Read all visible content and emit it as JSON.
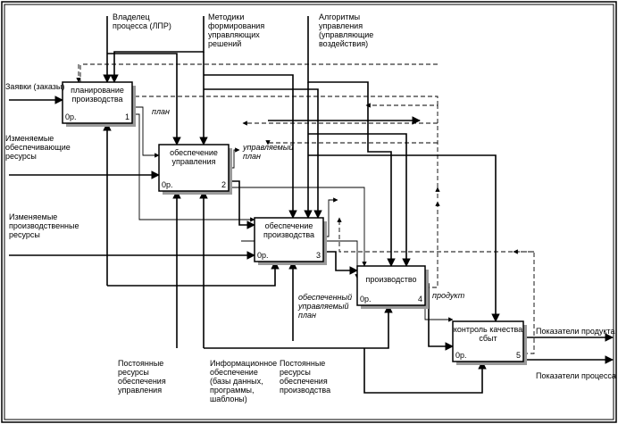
{
  "colors": {
    "line": "#000000",
    "shadow": "#808080",
    "bg": "#ffffff"
  },
  "boxes": [
    {
      "id": "b1",
      "title": [
        "планирование",
        "производства"
      ],
      "cost": "0р.",
      "num": "1"
    },
    {
      "id": "b2",
      "title": [
        "обеспечение",
        "управления"
      ],
      "cost": "0р.",
      "num": "2"
    },
    {
      "id": "b3",
      "title": [
        "обеспечение",
        "производства"
      ],
      "cost": "0р.",
      "num": "3"
    },
    {
      "id": "b4",
      "title": [
        "производство"
      ],
      "cost": "0р.",
      "num": "4"
    },
    {
      "id": "b5",
      "title": [
        "контроль качества",
        "сбыт"
      ],
      "cost": "0р.",
      "num": "5"
    }
  ],
  "labels": {
    "owner": [
      "Владелец",
      "процесса (ЛПР)"
    ],
    "methods": [
      "Методики",
      "формирования",
      "управляющих",
      "решений"
    ],
    "algorithms": [
      "Алгоритмы",
      "управления",
      "(управляющие",
      "воздействия)"
    ],
    "orders": "Заявки (заказы)",
    "support_res": [
      "Изменяемые",
      "обеспечивающие",
      "ресурсы"
    ],
    "prod_res": [
      "Изменяемые",
      "производственные",
      "ресурсы"
    ],
    "plan": "план",
    "managed_plan": [
      "управляемый",
      "план"
    ],
    "secured_plan": [
      "обеспеченный",
      "управляемый",
      "план"
    ],
    "product": "продукт",
    "perm_res_mgmt": [
      "Постоянные",
      "ресурсы",
      "обеспечения",
      "управления"
    ],
    "info": [
      "Информационное",
      "обеспечение",
      "(базы данных,",
      "программы,",
      "шаблоны)"
    ],
    "perm_res_prod": [
      "Постоянные",
      "ресурсы",
      "обеспечения",
      "производства"
    ],
    "kpi_product": "Показатели продукта",
    "kpi_process": "Показатели процесса"
  }
}
